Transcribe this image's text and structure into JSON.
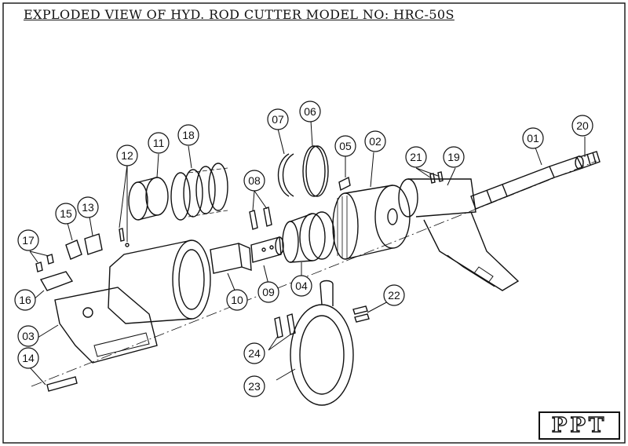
{
  "title": "EXPLODED VIEW OF HYD. ROD CUTTER MODEL NO: HRC-50S",
  "logo": "PPT",
  "callouts": [
    {
      "id": "c01",
      "label": "01"
    },
    {
      "id": "c02",
      "label": "02"
    },
    {
      "id": "c03",
      "label": "03"
    },
    {
      "id": "c04",
      "label": "04"
    },
    {
      "id": "c05",
      "label": "05"
    },
    {
      "id": "c06",
      "label": "06"
    },
    {
      "id": "c07",
      "label": "07"
    },
    {
      "id": "c08",
      "label": "08"
    },
    {
      "id": "c09",
      "label": "09"
    },
    {
      "id": "c10",
      "label": "10"
    },
    {
      "id": "c11",
      "label": "11"
    },
    {
      "id": "c12",
      "label": "12"
    },
    {
      "id": "c13",
      "label": "13"
    },
    {
      "id": "c14",
      "label": "14"
    },
    {
      "id": "c15",
      "label": "15"
    },
    {
      "id": "c16",
      "label": "16"
    },
    {
      "id": "c17",
      "label": "17"
    },
    {
      "id": "c18",
      "label": "18"
    },
    {
      "id": "c19",
      "label": "19"
    },
    {
      "id": "c20",
      "label": "20"
    },
    {
      "id": "c21",
      "label": "21"
    },
    {
      "id": "c22",
      "label": "22"
    },
    {
      "id": "c23",
      "label": "23"
    },
    {
      "id": "c24",
      "label": "24"
    }
  ],
  "colors": {
    "line": "#111111",
    "background": "#ffffff"
  }
}
